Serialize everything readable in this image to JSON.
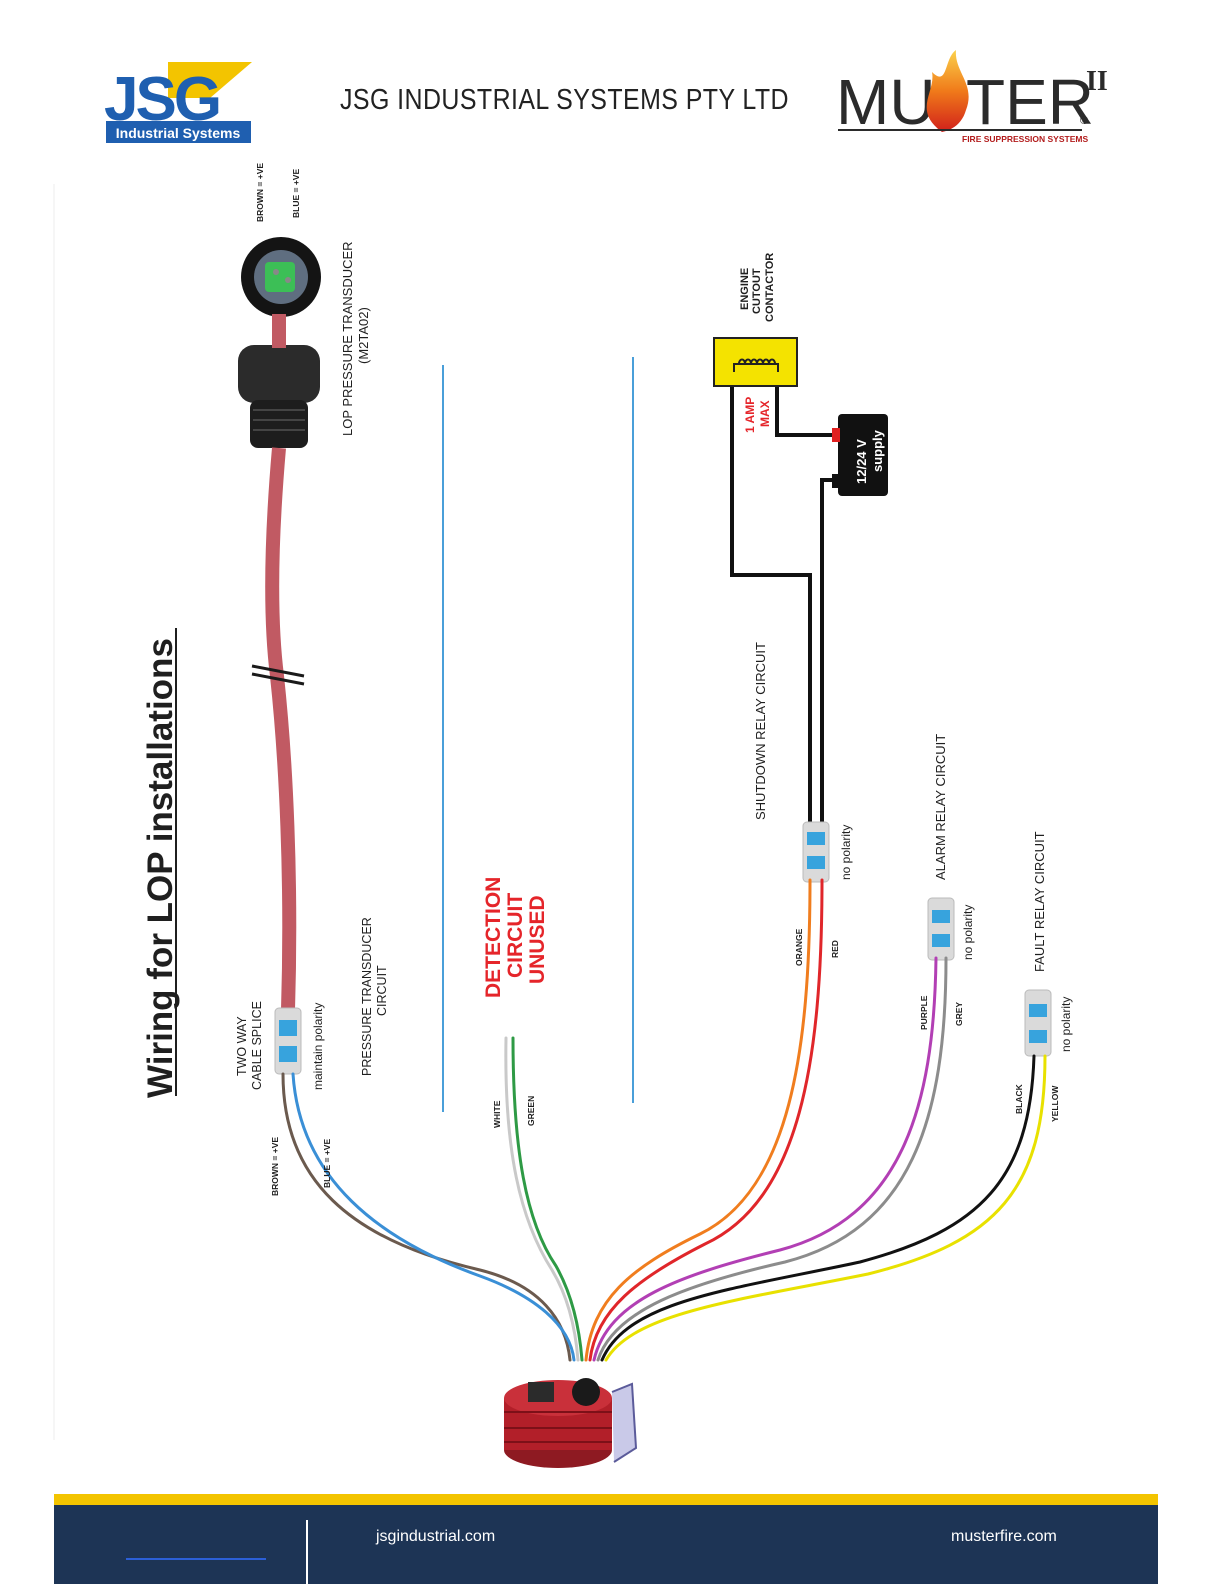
{
  "header": {
    "logo_letters": "JSG",
    "logo_sub": "Industrial Systems",
    "company": "JSG INDUSTRIAL SYSTEMS PTY LTD",
    "brand_muster_a": "MU",
    "brand_muster_b": "TER",
    "brand_roman": "II",
    "brand_reg": "®",
    "brand_tagline": "FIRE SUPPRESSION SYSTEMS"
  },
  "diagram": {
    "title": "Wiring for LOP installations",
    "labels": {
      "brown_ve_top": "BROWN = +VE",
      "blue_ve_top": "BLUE = +VE",
      "lop_transducer": "LOP PRESSURE TRANSDUCER",
      "lop_model": "(M2TA02)",
      "engine": "ENGINE",
      "cutout": "CUTOUT",
      "contactor": "CONTACTOR",
      "amp_1": "1 AMP",
      "amp_max": "MAX",
      "supply_v": "12/24 V",
      "supply_word": "supply",
      "shutdown": "SHUTDOWN RELAY CIRCUIT",
      "alarm": "ALARM RELAY CIRCUIT",
      "fault": "FAULT RELAY CIRCUIT",
      "no_polarity": "no polarity",
      "two_way": "TWO WAY",
      "cable_splice": "CABLE SPLICE",
      "maintain": "maintain polarity",
      "pt_line1": "PRESSURE TRANSDUCER",
      "pt_line2": "CIRCUIT",
      "det1": "DETECTION",
      "det2": "CIRCUIT",
      "det3": "UNUSED",
      "brown_ve_bottom": "BROWN = +VE",
      "blue_ve_bottom": "BLUE = +VE",
      "white": "WHITE",
      "green": "GREEN",
      "orange": "ORANGE",
      "red": "RED",
      "purple": "PURPLE",
      "grey": "GREY",
      "black": "BLACK",
      "yellow": "YELLOW"
    }
  },
  "colors": {
    "jsg_blue": "#1f5fb0",
    "jsg_yellow": "#f3c400",
    "cable_red": "#c15a63",
    "footer_navy": "#1d3455",
    "contactor_yellow": "#f4e300",
    "guide_line": "#4a9fd9",
    "label_red": "#e5252a"
  },
  "footer": {
    "link_left": "jsgindustrial.com",
    "link_right": "musterfire.com"
  }
}
